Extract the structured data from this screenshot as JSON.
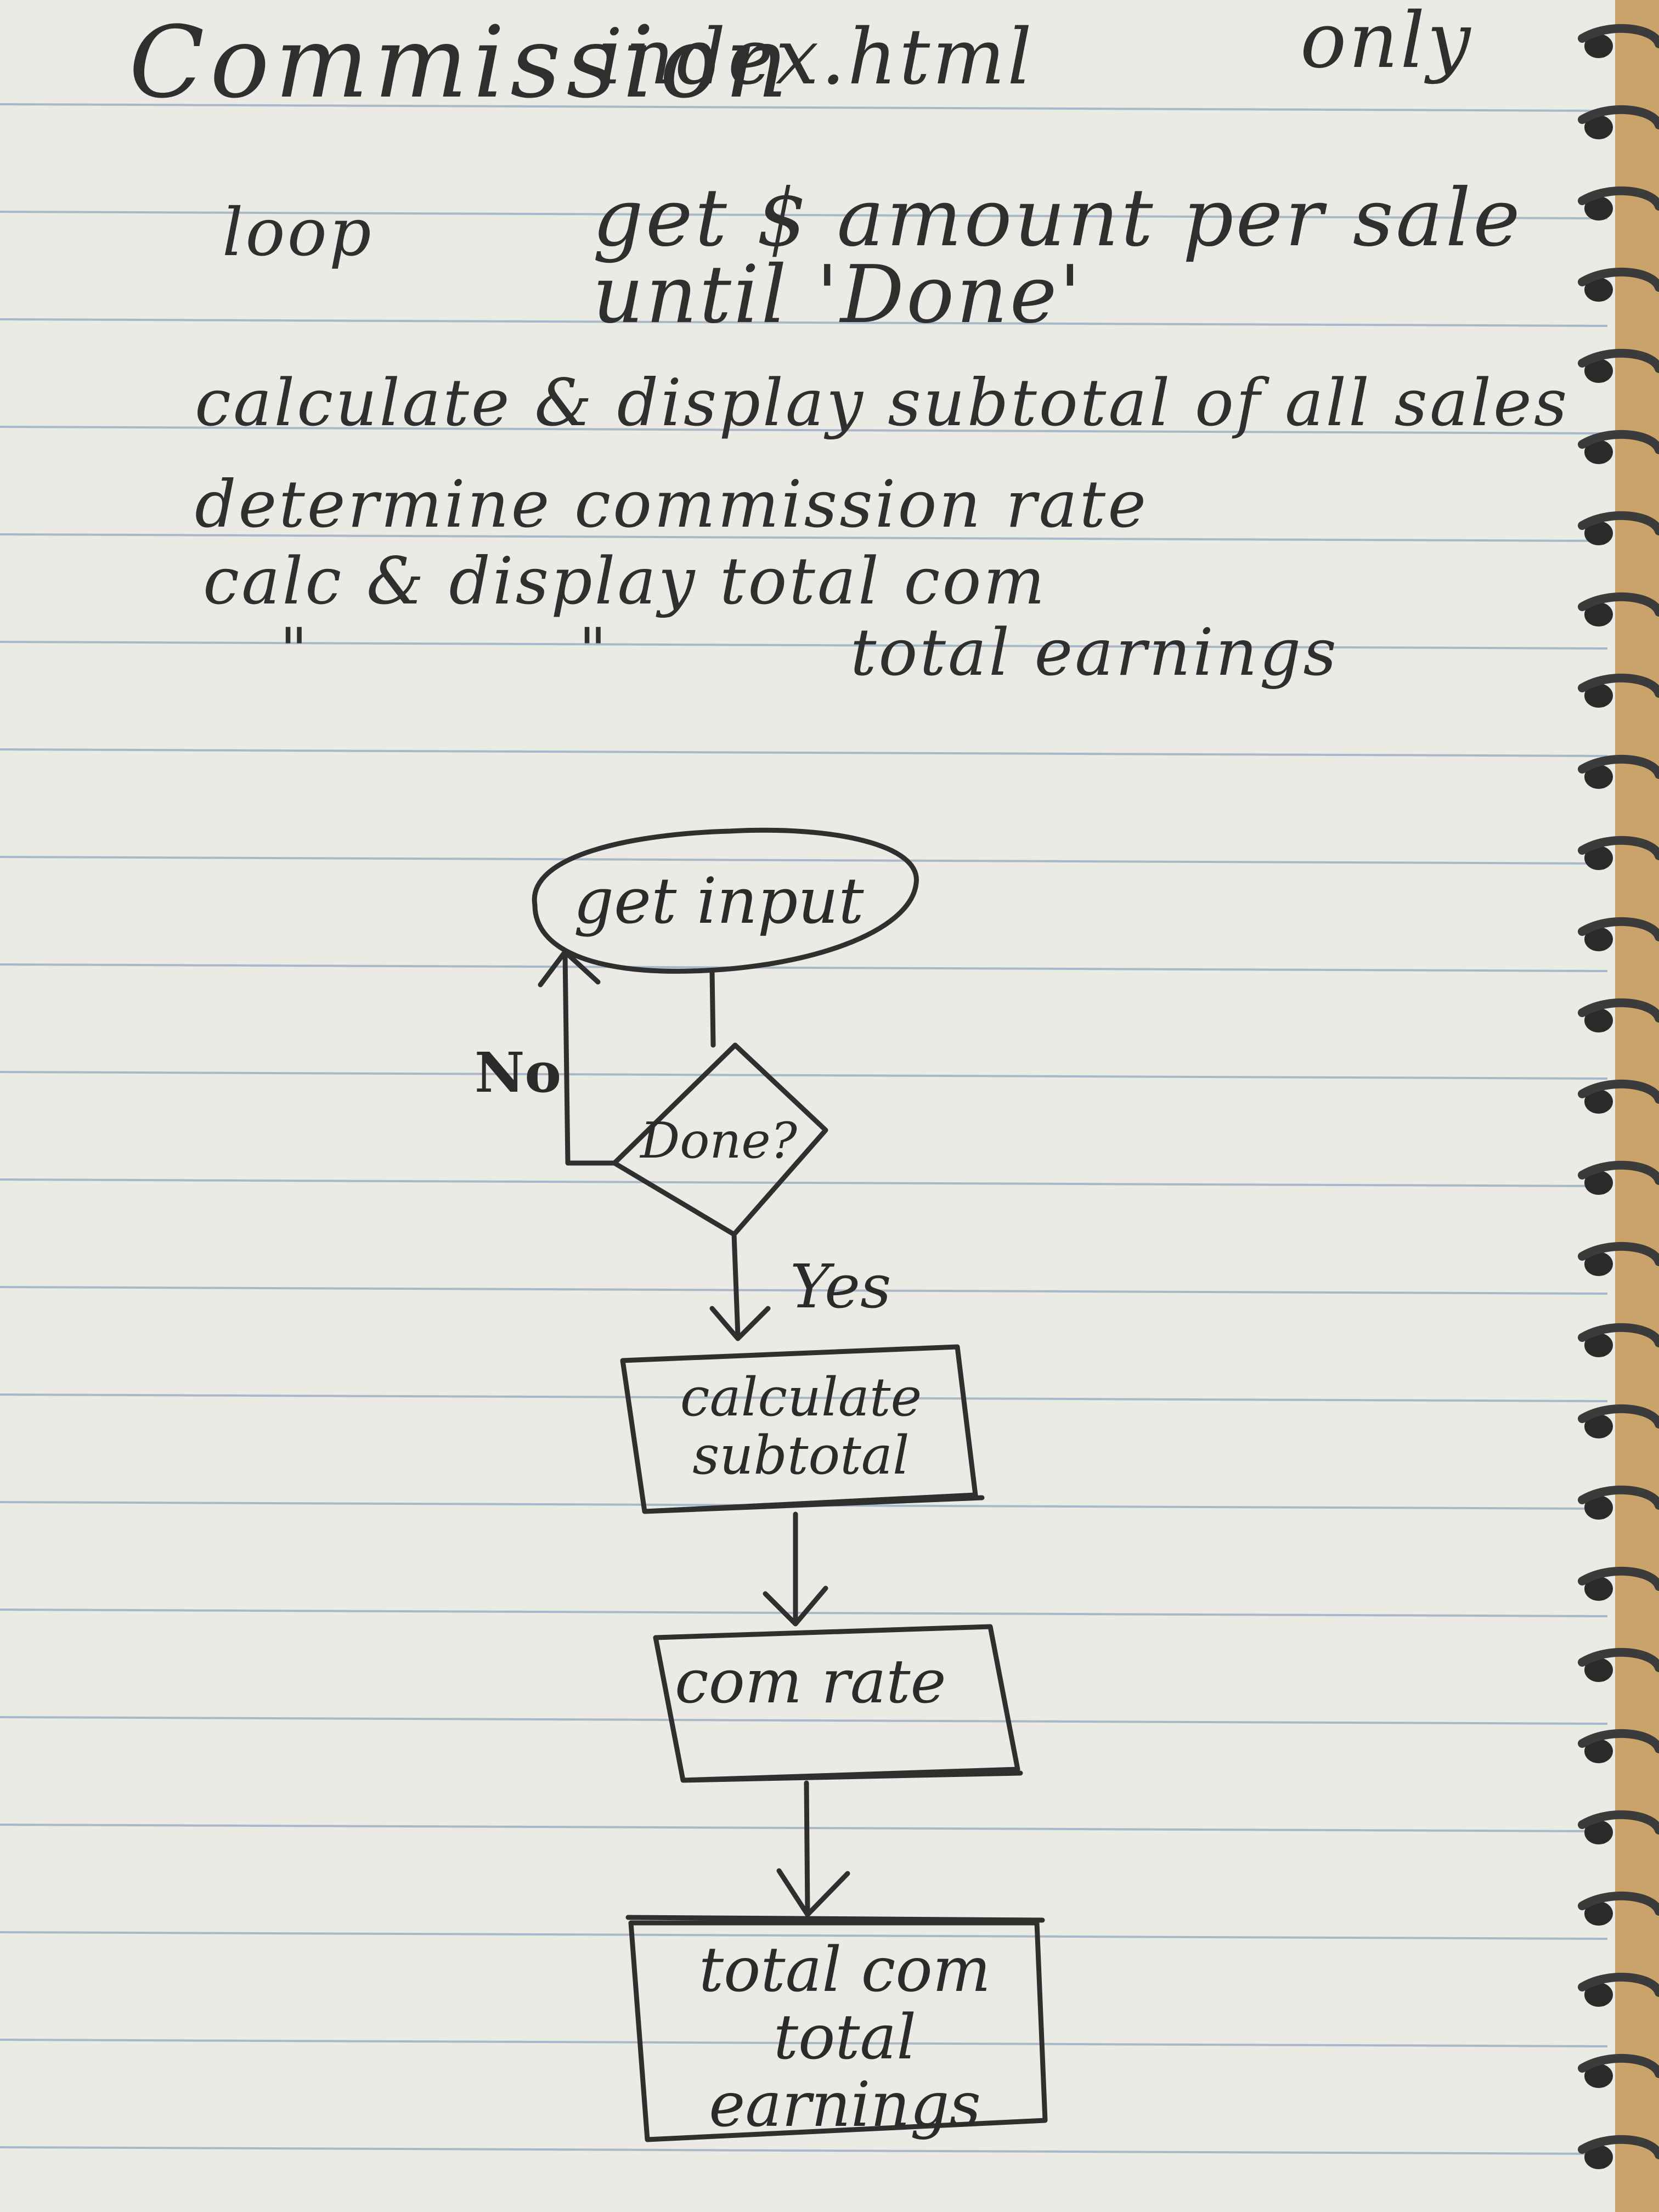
{
  "notes": {
    "title": "Commission",
    "file_note": "index.html",
    "only_note": "only",
    "loop_label": "loop",
    "loop_get": "get  $ amount per sale",
    "loop_until": "until 'Done'",
    "steps": [
      "calculate & display subtotal of all sales",
      "determine commission rate",
      "calc & display   total com",
      "total earnings"
    ],
    "ditto_marks": [
      "\"",
      "\""
    ]
  },
  "flowchart": {
    "nodes": [
      {
        "id": "get-input",
        "shape": "oval",
        "label": "get input"
      },
      {
        "id": "done-check",
        "shape": "diamond",
        "label": "Done?"
      },
      {
        "id": "subtotal",
        "shape": "rectangle",
        "label": "calculate\nsubtotal"
      },
      {
        "id": "com-rate",
        "shape": "rectangle",
        "label": "com rate"
      },
      {
        "id": "totals",
        "shape": "rectangle",
        "label": "total com\ntotal earnings"
      }
    ],
    "edges": [
      {
        "from": "get-input",
        "to": "done-check",
        "label": ""
      },
      {
        "from": "done-check",
        "to": "get-input",
        "label": "No"
      },
      {
        "from": "done-check",
        "to": "subtotal",
        "label": "Yes"
      },
      {
        "from": "subtotal",
        "to": "com-rate",
        "label": ""
      },
      {
        "from": "com-rate",
        "to": "totals",
        "label": ""
      }
    ]
  },
  "colors": {
    "paper": "#eceae4",
    "rule_line": "#a9b8c8",
    "pencil": "#2f2f2f",
    "spiral_wire": "#3b3b3b"
  }
}
